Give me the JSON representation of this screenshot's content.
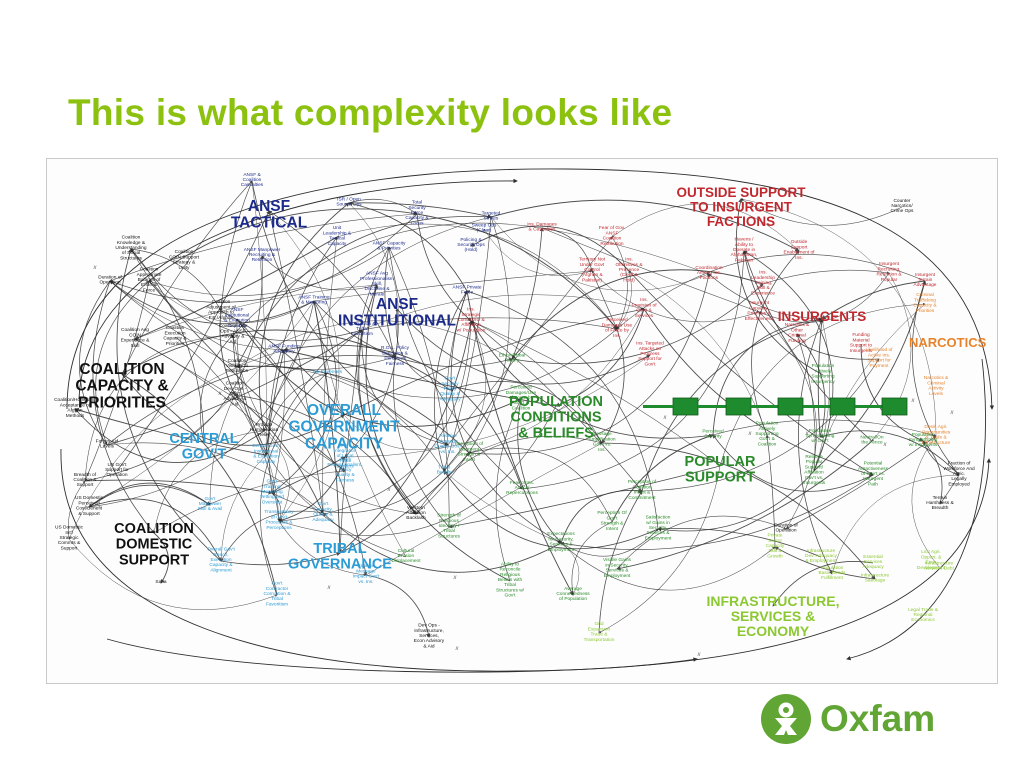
{
  "slide": {
    "title": "This is what complexity looks like"
  },
  "diagram": {
    "clusters": [
      {
        "key": "ansf_tactical",
        "lines": [
          "ANSF",
          "TACTICAL"
        ],
        "color": "#1c2b8a"
      },
      {
        "key": "ansf_institutional",
        "lines": [
          "ANSF",
          "INSTITUTIONAL"
        ],
        "color": "#1c2b8a"
      },
      {
        "key": "outside_support",
        "lines": [
          "OUTSIDE SUPPORT",
          "TO INSURGENT",
          "FACTIONS"
        ],
        "color": "#c0282e"
      },
      {
        "key": "insurgents",
        "lines": [
          "INSURGENTS"
        ],
        "color": "#c0282e"
      },
      {
        "key": "narcotics",
        "lines": [
          "NARCOTICS"
        ],
        "color": "#e8832b"
      },
      {
        "key": "coalition_capacity",
        "lines": [
          "COALITION",
          "CAPACITY &",
          "PRIORITIES"
        ],
        "color": "#111111"
      },
      {
        "key": "central_govt",
        "lines": [
          "CENTRAL",
          "GOV'T"
        ],
        "color": "#2b9bd6"
      },
      {
        "key": "overall_govt",
        "lines": [
          "OVERALL",
          "GOVERNMENT",
          "CAPACITY"
        ],
        "color": "#2b9bd6"
      },
      {
        "key": "population_conditions",
        "lines": [
          "POPULATION",
          "CONDITIONS",
          "& BELIEFS"
        ],
        "color": "#2a8a2a"
      },
      {
        "key": "popular_support",
        "lines": [
          "POPULAR",
          "SUPPORT"
        ],
        "color": "#2a8a2a"
      },
      {
        "key": "coalition_domestic",
        "lines": [
          "COALITION",
          "DOMESTIC",
          "SUPPORT"
        ],
        "color": "#111111"
      },
      {
        "key": "tribal_governance",
        "lines": [
          "TRIBAL",
          "GOVERNANCE"
        ],
        "color": "#2b9bd6"
      },
      {
        "key": "infrastructure",
        "lines": [
          "INFRASTRUCTURE,",
          "SERVICES &",
          "ECONOMY"
        ],
        "color": "#8cc832"
      }
    ],
    "small_labels": [
      {
        "text": "ANSF & Coalition Casualties",
        "color": "#1c2b8a"
      },
      {
        "text": "ISR / Open Source Ops",
        "color": "#1c2b8a"
      },
      {
        "text": "Total Security Force Capacity & Focus",
        "color": "#1c2b8a"
      },
      {
        "text": "Targeted Strikes",
        "color": "#1c2b8a"
      },
      {
        "text": "Sweep Ops (Clear)",
        "color": "#1c2b8a"
      },
      {
        "text": "Policing & Security Ops (Hold)",
        "color": "#1c2b8a"
      },
      {
        "text": "Unit Leadership & Tactical Capacity",
        "color": "#1c2b8a"
      },
      {
        "text": "ANSF Capacity & Priorities",
        "color": "#1c2b8a"
      },
      {
        "text": "ANSF Manpower Recruiting & Retention",
        "color": "#1c2b8a"
      },
      {
        "text": "ANSF Avg Professionalism Skill, Discipline & Morale",
        "color": "#1c2b8a"
      },
      {
        "text": "ANSF Training & Mentoring",
        "color": "#1c2b8a"
      },
      {
        "text": "ANSF Institutional & Execution Capacity",
        "color": "#1c2b8a"
      },
      {
        "text": "ANSF Funding Adequacy",
        "color": "#1c2b8a"
      },
      {
        "text": "Corruption & Tribal Favoritism",
        "color": "#1c2b8a"
      },
      {
        "text": "R.O.L. Policy Execution & Perceived Fairness",
        "color": "#1c2b8a"
      },
      {
        "text": "ANSF Private Force",
        "color": "#1c2b8a"
      },
      {
        "text": "Ins. Damages & Casualties",
        "color": "#c0282e"
      },
      {
        "text": "Fear of Gov. ANSF Coalition Retribution",
        "color": "#c0282e"
      },
      {
        "text": "Ins. Strategic Comms/IO & Affiliation w/ Population",
        "color": "#c0282e"
      },
      {
        "text": "Territory Not Under Govt Control (Afghan & Pakistan)",
        "color": "#c0282e"
      },
      {
        "text": "Ins. Offensives & Presence (Clear & Hold)",
        "color": "#c0282e"
      },
      {
        "text": "Perceived Damages Use of Force by Ins.",
        "color": "#c0282e"
      },
      {
        "text": "Ins. Provision of Gov't & Services",
        "color": "#c0282e"
      },
      {
        "text": "Ins. Targeted Attacks on Progress Support for Gov't",
        "color": "#c0282e"
      },
      {
        "text": "Havens / Ability to Operate in Afghanistan, Pakistan",
        "color": "#c0282e"
      },
      {
        "text": "Outside Support Enablement of Ins.",
        "color": "#c0282e"
      },
      {
        "text": "Coordination Among Ins. Factions",
        "color": "#c0282e"
      },
      {
        "text": "Ins. Leadership Training, Skill & Experience",
        "color": "#c0282e"
      },
      {
        "text": "Insurgent Capacity, Priorities & Effectiveness",
        "color": "#c0282e"
      },
      {
        "text": "Insurgent Recruiting, Retention & Popular",
        "color": "#c0282e"
      },
      {
        "text": "Narcotics & Other Criminal Funding",
        "color": "#c0282e"
      },
      {
        "text": "Funding Material Support to Insurgents",
        "color": "#c0282e"
      },
      {
        "text": "Insurgent Terrain Advantage",
        "color": "#c0282e"
      },
      {
        "text": "Criminal Trafficking Capacity & Priorities",
        "color": "#e8832b"
      },
      {
        "text": "Likelihood of Active Ins. Support for Payment",
        "color": "#e8832b"
      },
      {
        "text": "Narcotics & Criminal Activity Levels",
        "color": "#e8832b"
      },
      {
        "text": "Desir. Agri. Opportunities & Trade & Infrastructure",
        "color": "#e8832b"
      },
      {
        "text": "Counter Narcotics/ Crime Ops",
        "color": "#111111"
      },
      {
        "text": "Coalition Knowledge & Understanding of Social Structures",
        "color": "#111111"
      },
      {
        "text": "Coalition COIN Support Strategy & Unity",
        "color": "#111111"
      },
      {
        "text": "Duration of Operation",
        "color": "#111111"
      },
      {
        "text": "Coalition Appropriate Balance of Effort & Force",
        "color": "#111111"
      },
      {
        "text": "Coalition Adjustment of Approach to F.E./Afghan",
        "color": "#111111"
      },
      {
        "text": "Coalition Avg COIN Experience & Skill",
        "color": "#111111"
      },
      {
        "text": "Coalition Execution Capacity & Priorities",
        "color": "#111111"
      },
      {
        "text": "Coalition Dev Ops - ANSF Advisory & Aid",
        "color": "#111111"
      },
      {
        "text": "Coalition Visibility to Population",
        "color": "#111111"
      },
      {
        "text": "Coalition Dev. Ops - Gov't Advisory & Aid",
        "color": "#111111"
      },
      {
        "text": "Coalition/Homeland Acceptance of Afghan Methods",
        "color": "#111111"
      },
      {
        "text": "Forces Aid Levels",
        "color": "#111111"
      },
      {
        "text": "US Gov't Support for Operation",
        "color": "#111111"
      },
      {
        "text": "Breadth of Coalition & Support",
        "color": "#111111"
      },
      {
        "text": "US Domestic Perceived Cost/Benefit & Support",
        "color": "#111111"
      },
      {
        "text": "US Domestic Int'l Strategic Commts & Support",
        "color": "#111111"
      },
      {
        "text": "Sana",
        "color": "#111111"
      },
      {
        "text": "Dev Ops - Infrastructure, Services, Econ Advisory & Aid",
        "color": "#111111"
      },
      {
        "text": "Provide Humanitarian Relief",
        "color": "#111111"
      },
      {
        "text": "Central Gov't Institutional & Execution Capacity",
        "color": "#2b9bd6"
      },
      {
        "text": "Gov't Training Mentoring Vetting and Oversight",
        "color": "#2b9bd6"
      },
      {
        "text": "Gov't Manpower Skill & Avail",
        "color": "#2b9bd6"
      },
      {
        "text": "Transparency of Gov't Processes & Perceptions",
        "color": "#2b9bd6"
      },
      {
        "text": "Gov't Professionalism, Policy Quality & Fairness",
        "color": "#2b9bd6"
      },
      {
        "text": "Gov't Integration of Local Tribal Leaders",
        "color": "#2b9bd6"
      },
      {
        "text": "Gov't Capacity, Quality & Adequacy",
        "color": "#2b9bd6"
      },
      {
        "text": "Overall Gov't Reach, Execution Capacity & Alignment",
        "color": "#2b9bd6"
      },
      {
        "text": "Gov't Contractor Corruption & Tribal Favoritism",
        "color": "#2b9bd6"
      },
      {
        "text": "Tax Revenues",
        "color": "#2b9bd6"
      },
      {
        "text": "Gov't Security Policy Quality & Adequacy",
        "color": "#2b9bd6"
      },
      {
        "text": "Relative Message Quality Gov't vs. Ins.",
        "color": "#2b9bd6"
      },
      {
        "text": "Relative Message Impact Gov't vs. Ins.",
        "color": "#2b9bd6"
      },
      {
        "text": "Tribal Beliefs",
        "color": "#2b9bd6"
      },
      {
        "text": "Western Affiliation Backlash",
        "color": "#111111"
      },
      {
        "text": "Strength of Religious Ideology / Tribal Structures",
        "color": "#2a8a2a"
      },
      {
        "text": "Cultural Erosion Displacement",
        "color": "#2a8a2a"
      },
      {
        "text": "Ethnic/Tribal Rivalry",
        "color": "#2a8a2a"
      },
      {
        "text": "Perceived Damages/Use of Force by Gov't & Coalition",
        "color": "#2a8a2a"
      },
      {
        "text": "Perception of Insurgent Strength & Intent",
        "color": "#2a8a2a"
      },
      {
        "text": "Message Amplification Gov't vs. Ins.",
        "color": "#2a8a2a"
      },
      {
        "text": "Fear of Ins. Attack/ Repercussions",
        "color": "#2a8a2a"
      },
      {
        "text": "Perception of Coalition Intent & Commitment",
        "color": "#2a8a2a"
      },
      {
        "text": "Perception Of Gov't Strength & Intent",
        "color": "#2a8a2a"
      },
      {
        "text": "Satisfaction w/ Gains in Security, Services & Employment",
        "color": "#2a8a2a"
      },
      {
        "text": "Visible Gains in Security, Services & Employment",
        "color": "#2a8a2a"
      },
      {
        "text": "Expectations for Security, Services & Employment",
        "color": "#2a8a2a"
      },
      {
        "text": "Ability to Reconcile Religious Beliefs with Tribal Structures w/ Gov't",
        "color": "#2a8a2a"
      },
      {
        "text": "Average Connectedness of Population",
        "color": "#2a8a2a"
      },
      {
        "text": "Perceived Security",
        "color": "#2a8a2a"
      },
      {
        "text": "Population Actively Supporting Gov't & Coalition",
        "color": "#2a8a2a"
      },
      {
        "text": "Population Sympathizing w/ Gov't",
        "color": "#2a8a2a"
      },
      {
        "text": "Neutral/On the Fence",
        "color": "#2a8a2a"
      },
      {
        "text": "Population Sympathizing w/ Insurgents",
        "color": "#2a8a2a"
      },
      {
        "text": "Population Actively Supporting Insurgency",
        "color": "#2a8a2a"
      },
      {
        "text": "Relative Popular Support/ Affiliation Gov't vs. Insurgents",
        "color": "#2a8a2a"
      },
      {
        "text": "Potential Attractiveness of Gov't vs. Insurgent Path",
        "color": "#2a8a2a"
      },
      {
        "text": "Terrain Harshness & Breadth",
        "color": "#111111"
      },
      {
        "text": "Fraction of Workforce And Agric. Legally Employed",
        "color": "#111111"
      },
      {
        "text": "Duration of Operation",
        "color": "#111111"
      },
      {
        "text": "Private Sector Capacity Skill & Growth",
        "color": "#8cc832"
      },
      {
        "text": "Infrastructure Dev. Adequacy & Employment",
        "color": "#8cc832"
      },
      {
        "text": "Essential Services Adequacy",
        "color": "#8cc832"
      },
      {
        "text": "Licit Agri. Opport. & Econ Development",
        "color": "#8cc832"
      },
      {
        "text": "Population Basic Needs Fulfillment",
        "color": "#8cc832"
      },
      {
        "text": "Infrastructure Sabotage",
        "color": "#8cc832"
      },
      {
        "text": "Infrastructure Services Debt",
        "color": "#8cc832"
      },
      {
        "text": "Legal Trade & Regional Economics",
        "color": "#8cc832"
      },
      {
        "text": "Grid Expansion Trade & Transportation",
        "color": "#8cc832"
      },
      {
        "text": "Ins. - Services, Econ, Policy & Execution Perceived Fairness",
        "color": "#2b9bd6"
      }
    ]
  },
  "footer": {
    "logo_text": "Oxfam",
    "logo_color": "#61a534",
    "logo_icon": "oxfam-figure-icon"
  },
  "colors": {
    "title": "#8cc20f",
    "frame_border": "#c9c9c9",
    "edge": "#2f2f2f"
  }
}
